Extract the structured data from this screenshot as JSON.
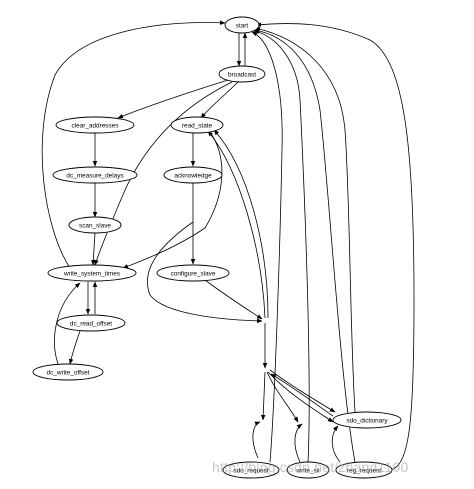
{
  "diagram": {
    "type": "directed-graph",
    "nodes": [
      {
        "id": "start",
        "label": "start"
      },
      {
        "id": "broadcast",
        "label": "broadcast"
      },
      {
        "id": "clear_addresses",
        "label": "clear_addresses"
      },
      {
        "id": "read_state",
        "label": "read_state"
      },
      {
        "id": "dc_measure_delays",
        "label": "dc_measure_delays"
      },
      {
        "id": "acknowledge",
        "label": "acknowledge"
      },
      {
        "id": "scan_slave",
        "label": "scan_slave"
      },
      {
        "id": "write_system_times",
        "label": "write_system_times"
      },
      {
        "id": "configure_slave",
        "label": "configure_slave"
      },
      {
        "id": "dc_read_offset",
        "label": "dc_read_offset"
      },
      {
        "id": "dc_write_offset",
        "label": "dc_write_offset"
      },
      {
        "id": "sdo_dictionary",
        "label": "sdo_dictionary"
      },
      {
        "id": "sdo_request",
        "label": "sdo_request"
      },
      {
        "id": "write_sii",
        "label": "write_sii"
      },
      {
        "id": "reg_request",
        "label": "reg_request"
      }
    ]
  },
  "watermark": "http://blog.csdn.net/zhand1100"
}
